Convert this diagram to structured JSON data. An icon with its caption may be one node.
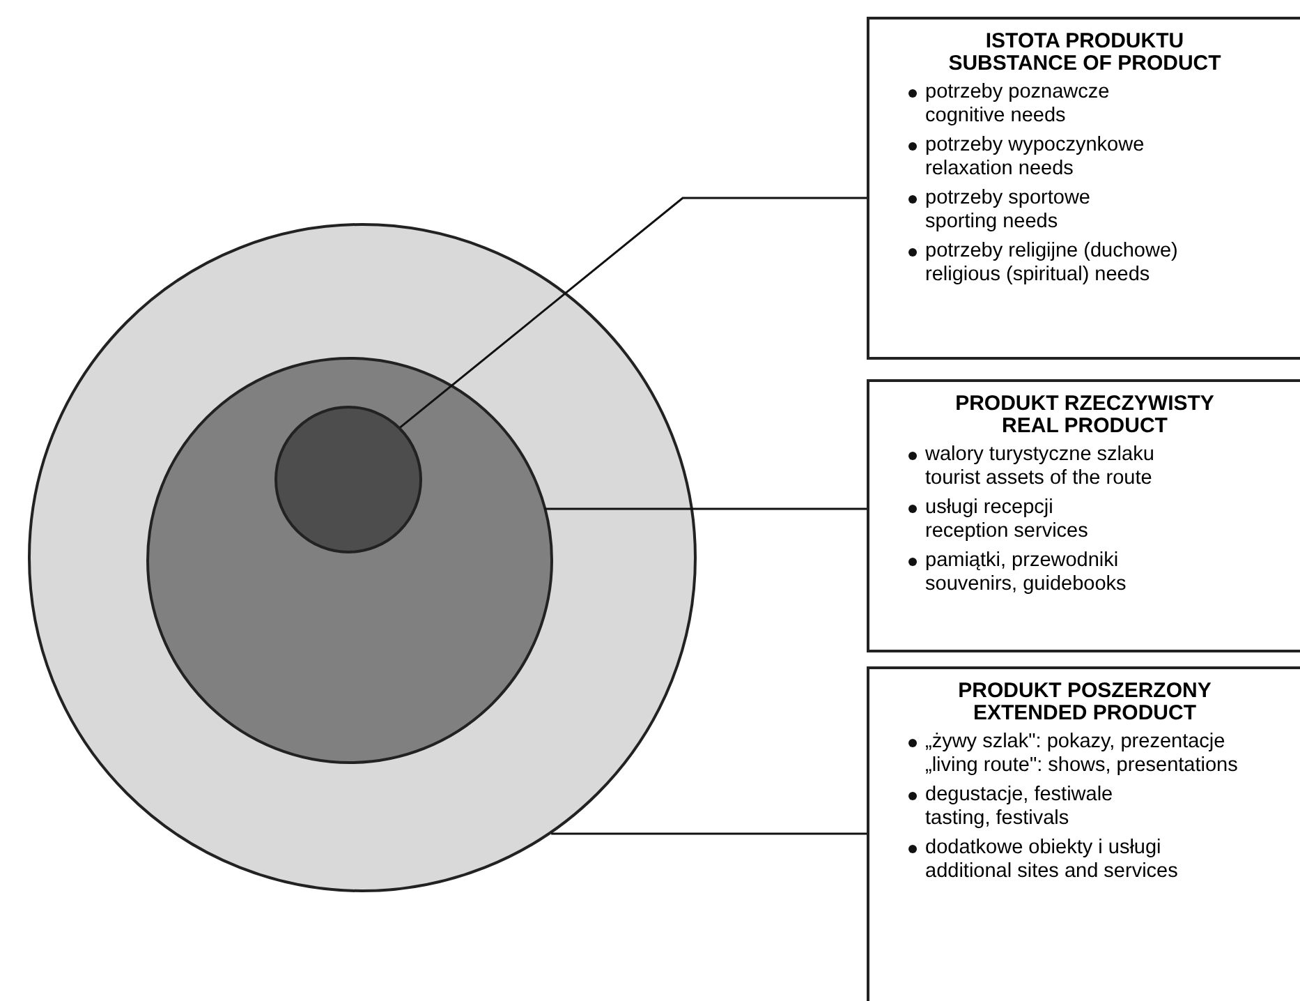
{
  "diagram": {
    "nodes": [
      {
        "text": [],
        "shape": "circle"
      },
      {
        "text": [],
        "shape": "circle",
        "in": 0
      },
      {
        "text": [],
        "shape": "circle",
        "in": 1
      },
      {
        "text": [
          "ISTOTA PRODUKTU",
          "SUBSTANCE OF PRODUCT",
          "potrzeby poznawcze",
          "cognitive needs",
          "potrzeby wypoczynkowe",
          "relaxation needs",
          "potrzeby sportowe",
          "sporting needs",
          "potrzeby religijne (duchowe)",
          "religious (spiritual) needs"
        ]
      },
      {
        "text": [
          "PRODUKT RZECZYWISTY",
          "REAL PRODUCT",
          "walory turystyczne szlaku",
          "tourist assets of the route",
          "usługi recepcji",
          "reception services",
          "pamiątki, przewodniki",
          "souvenirs, guidebooks"
        ]
      },
      {
        "text": [
          "PRODUKT POSZERZONY",
          "EXTENDED PRODUCT",
          "„żywy szlak\": pokazy, prezentacje",
          "„living route\": shows, presentations",
          "degustacje, festiwale",
          "tasting, festivals",
          "dodatkowe obiekty i usługi",
          "additional sites and services"
        ]
      }
    ],
    "edges": [
      {
        "from": 2,
        "to": 3,
        "arrow": "none"
      },
      {
        "from": 1,
        "to": 4,
        "arrow": "none"
      },
      {
        "from": 0,
        "to": 5,
        "arrow": "none"
      }
    ]
  }
}
